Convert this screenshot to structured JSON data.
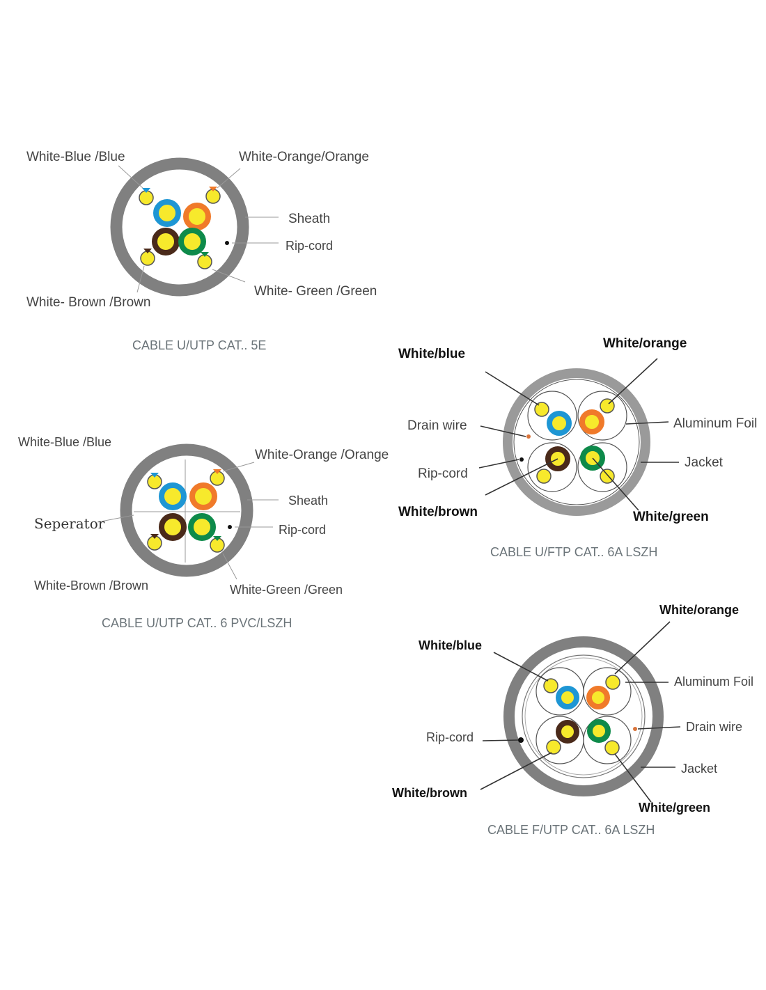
{
  "colors": {
    "blue": "#1e96d4",
    "orange": "#f07a2a",
    "brown": "#4a2a1a",
    "green": "#0e8a4a",
    "yellow": "#f7e92c",
    "sheath": "#808080",
    "jacket": "#9a9a9a"
  },
  "diagrams": {
    "utp5e": {
      "white_blue": "White-Blue /Blue",
      "white_orange": "White-Orange/Orange",
      "sheath": "Sheath",
      "rip_cord": "Rip-cord",
      "white_green": "White- Green /Green",
      "white_brown": "White- Brown /Brown",
      "caption": "CABLE U/UTP CAT.. 5E"
    },
    "utp6": {
      "white_blue": "White-Blue /Blue",
      "white_orange": "White-Orange /Orange",
      "sheath": "Sheath",
      "separator": "Seperator",
      "rip_cord": "Rip-cord",
      "white_brown": "White-Brown /Brown",
      "white_green": "White-Green /Green",
      "caption": "CABLE U/UTP CAT.. 6 PVC/LSZH"
    },
    "uftp6a": {
      "white_blue": "White/blue",
      "white_orange": "White/orange",
      "drain_wire": "Drain wire",
      "aluminum_foil": "Aluminum Foil",
      "rip_cord": "Rip-cord",
      "jacket": "Jacket",
      "white_brown": "White/brown",
      "white_green": "White/green",
      "caption": "CABLE U/FTP CAT.. 6A LSZH"
    },
    "futp6a": {
      "white_orange": "White/orange",
      "white_blue": "White/blue",
      "aluminum_foil": "Aluminum  Foil",
      "drain_wire": "Drain wire",
      "rip_cord": "Rip-cord",
      "jacket": "Jacket",
      "white_brown": "White/brown",
      "white_green": "White/green",
      "caption": "CABLE F/UTP CAT.. 6A LSZH"
    }
  }
}
